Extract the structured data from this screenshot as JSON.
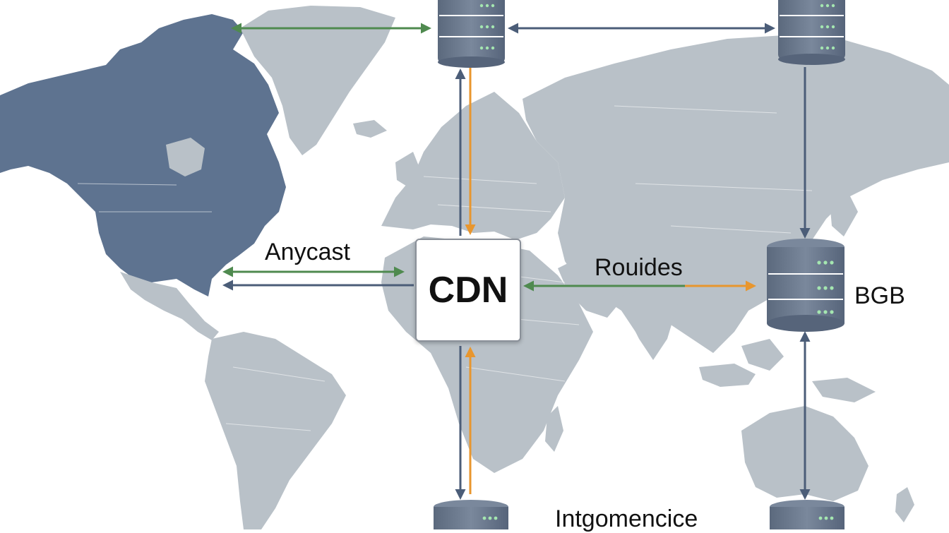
{
  "labels": {
    "cdn": "CDN",
    "anycast": "Anycast",
    "routes": "Rouides",
    "bgp": "BGB",
    "bottom": "Intgomencice"
  },
  "colors": {
    "land_dark": "#5e7390",
    "land_light": "#b9c1c8",
    "server_body": "#6c7a8e",
    "server_led": "#a4e6b0",
    "arrow_green": "#4f8a4f",
    "arrow_navy": "#4b5d78",
    "arrow_orange": "#e8962e"
  },
  "nodes": [
    {
      "id": "server-top-center",
      "icon": "database-server-icon"
    },
    {
      "id": "server-top-right",
      "icon": "database-server-icon"
    },
    {
      "id": "server-right-bgp",
      "icon": "database-server-icon"
    },
    {
      "id": "server-bottom-center",
      "icon": "database-server-icon"
    },
    {
      "id": "server-bottom-right",
      "icon": "database-server-icon"
    },
    {
      "id": "cdn-node",
      "icon": "cdn-box"
    }
  ]
}
